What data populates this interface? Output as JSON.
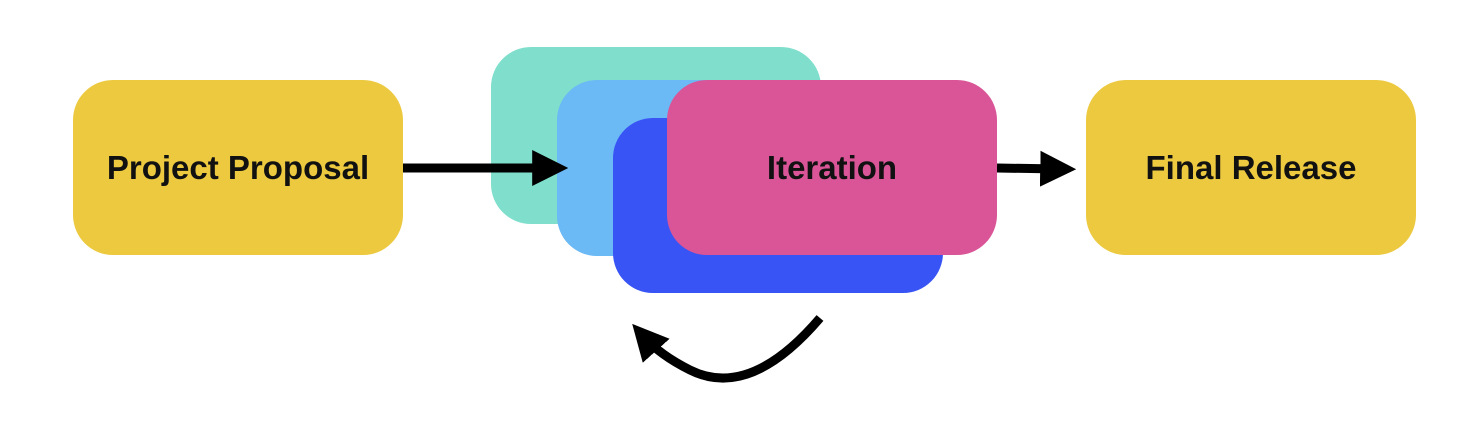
{
  "nodes": {
    "proposal": {
      "label": "Project Proposal",
      "color": "#ECC93F"
    },
    "iteration": {
      "label": "Iteration",
      "color": "#D95597"
    },
    "release": {
      "label": "Final Release",
      "color": "#ECC93F"
    }
  },
  "stack_colors": [
    "#7FDFCC",
    "#6BB9F5",
    "#3854F5"
  ],
  "edges": [
    {
      "from": "proposal",
      "to": "iteration"
    },
    {
      "from": "iteration",
      "to": "release"
    },
    {
      "from": "iteration",
      "to": "iteration",
      "kind": "loop"
    }
  ],
  "arrow_color": "#000000"
}
